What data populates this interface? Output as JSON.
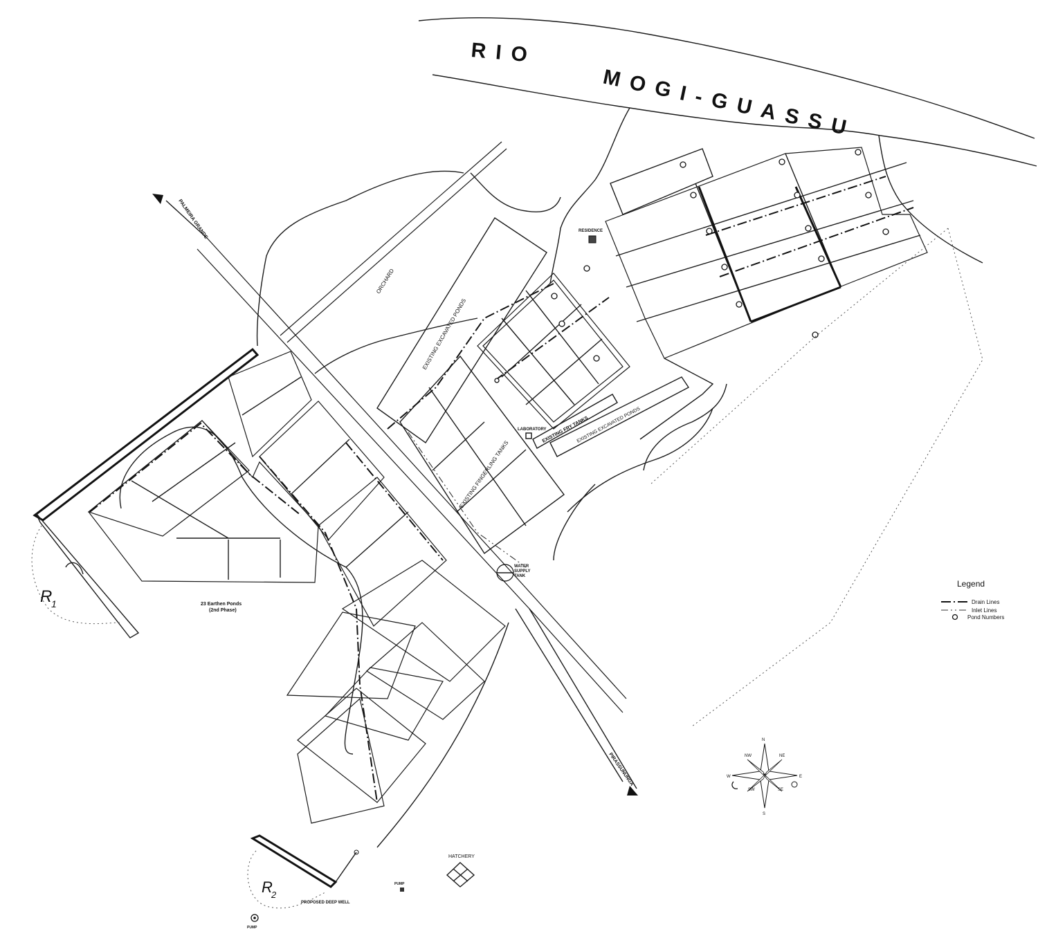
{
  "river": {
    "word1": "RIO",
    "word2": "MOGI-GUASSU"
  },
  "labels": {
    "orchard": "ORCHARD",
    "residence": "RESIDENCE",
    "laboratory": "LABORATORY",
    "existing_ponds_1": "EXISTING EXCAVATED PONDS",
    "existing_ponds_2": "EXISTING EXCAVATED PONDS",
    "fry_tanks": "EXISTING FRY TANKS",
    "fingerling_tanks": "EXISTING FINGERLING TANKS",
    "water_supply_1": "WATER",
    "water_supply_2": "SUPPLY",
    "water_supply_3": "TANK",
    "road_nw": "PALMEIRA GRANDE",
    "road_se": "PIRASSUNUNGA",
    "ponds_line1": "23 Earthen Ponds",
    "ponds_line2": "(2nd Phase)",
    "hatchery": "HATCHERY",
    "pump1": "PUMP",
    "pump2": "PUMP",
    "deep_well": "PROPOSED DEEP WELL",
    "r1": "R",
    "r1_sub": "1",
    "r2": "R",
    "r2_sub": "2"
  },
  "legend": {
    "title": "Legend",
    "items": [
      {
        "label": "Drain Lines",
        "style": "drain"
      },
      {
        "label": "Inlet Lines",
        "style": "inlet"
      },
      {
        "label": "Pond Numbers",
        "style": "pond-number"
      }
    ]
  },
  "compass": {
    "n": "N",
    "ne": "NE",
    "nw": "NW",
    "e": "E",
    "w": "W",
    "se": "SE",
    "sw": "SW",
    "s": "S"
  },
  "colors": {
    "ink": "#111111",
    "paper": "#ffffff"
  }
}
